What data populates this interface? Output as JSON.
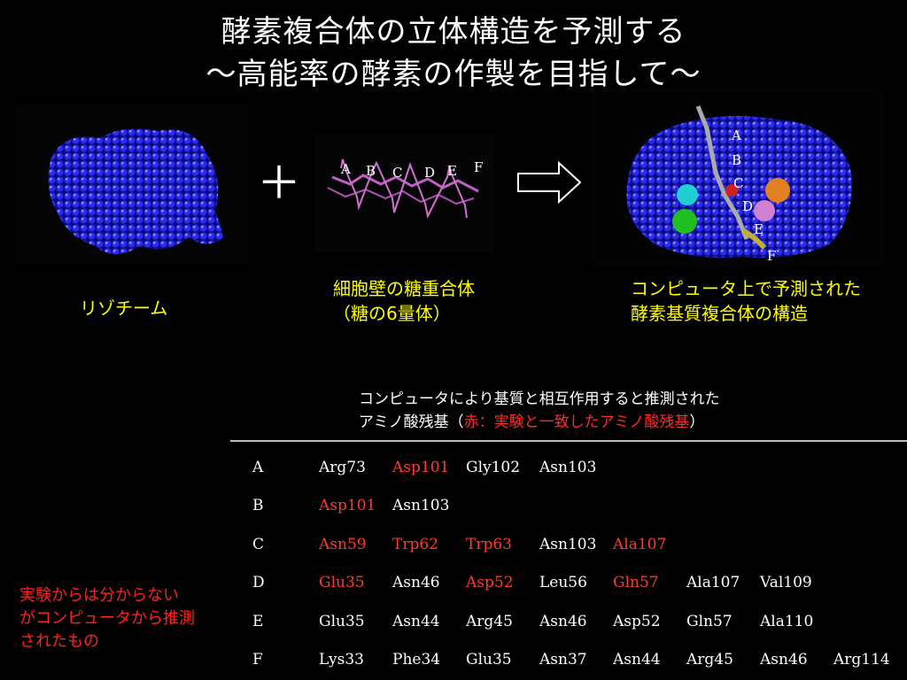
{
  "slide": {
    "title_line1": "酵素複合体の立体構造を予測する",
    "title_line2": "～高能率の酵素の作製を目指して～"
  },
  "panels": {
    "lysozyme_caption": "リゾチーム",
    "plus_sign": "＋",
    "substrate_caption_line1": "細胞壁の糖重合体",
    "substrate_caption_line2": "（糖の6量体）",
    "complex_caption_line1": "コンピュータ上で予測された",
    "complex_caption_line2": "酵素基質複合体の構造",
    "substrate_labels": [
      "A",
      "B",
      "C",
      "D",
      "E",
      "F"
    ],
    "complex_labels": [
      "A",
      "B",
      "C",
      "D",
      "E",
      "F"
    ]
  },
  "note": {
    "line1": "コンピュータにより基質と相互作用すると推測された",
    "line2_prefix": "アミノ酸残基（",
    "line2_highlight": "赤：実験と一致したアミノ酸残基",
    "line2_suffix": "）"
  },
  "side_note": {
    "line1": "実験からは分からない",
    "line2": "がコンピュータから推測",
    "line3": "されたもの"
  },
  "colors": {
    "background": "#000000",
    "caption": "#ffff00",
    "highlight": "#ff3a2a",
    "protein": "#1a1ae0",
    "sugar": "#c060c0"
  },
  "residues": [
    {
      "site": "A",
      "cells": [
        {
          "t": "Arg73",
          "r": false
        },
        {
          "t": "Asp101",
          "r": true
        },
        {
          "t": "Gly102",
          "r": false
        },
        {
          "t": "Asn103",
          "r": false
        }
      ]
    },
    {
      "site": "B",
      "cells": [
        {
          "t": "Asp101",
          "r": true
        },
        {
          "t": "Asn103",
          "r": false
        }
      ]
    },
    {
      "site": "C",
      "cells": [
        {
          "t": "Asn59",
          "r": true
        },
        {
          "t": "Trp62",
          "r": true
        },
        {
          "t": "Trp63",
          "r": true
        },
        {
          "t": "Asn103",
          "r": false
        },
        {
          "t": "Ala107",
          "r": true
        }
      ]
    },
    {
      "site": "D",
      "cells": [
        {
          "t": "Glu35",
          "r": true
        },
        {
          "t": "Asn46",
          "r": false
        },
        {
          "t": "Asp52",
          "r": true
        },
        {
          "t": "Leu56",
          "r": false
        },
        {
          "t": "Gln57",
          "r": true
        },
        {
          "t": "Ala107",
          "r": false
        },
        {
          "t": "Val109",
          "r": false
        }
      ]
    },
    {
      "site": "E",
      "cells": [
        {
          "t": "Glu35",
          "r": false
        },
        {
          "t": "Asn44",
          "r": false
        },
        {
          "t": "Arg45",
          "r": false
        },
        {
          "t": "Asn46",
          "r": false
        },
        {
          "t": "Asp52",
          "r": false
        },
        {
          "t": "Gln57",
          "r": false
        },
        {
          "t": "Ala110",
          "r": false
        }
      ]
    },
    {
      "site": "F",
      "cells": [
        {
          "t": "Lys33",
          "r": false
        },
        {
          "t": "Phe34",
          "r": false
        },
        {
          "t": "Glu35",
          "r": false
        },
        {
          "t": "Asn37",
          "r": false
        },
        {
          "t": "Asn44",
          "r": false
        },
        {
          "t": "Arg45",
          "r": false
        },
        {
          "t": "Asn46",
          "r": false
        },
        {
          "t": "Arg114",
          "r": false
        }
      ]
    }
  ]
}
